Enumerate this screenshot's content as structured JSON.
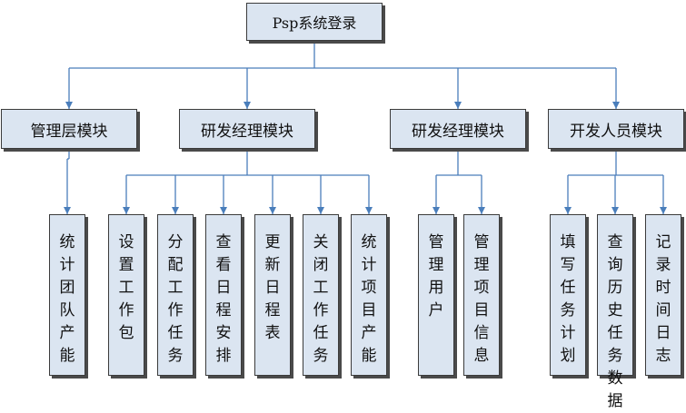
{
  "colors": {
    "box_fill": "#dbe5f1",
    "line": "#4a7ebb",
    "border": "#3b3b3b"
  },
  "root": {
    "label": "Psp系统登录"
  },
  "modules": [
    {
      "label": "管理层模块",
      "children": [
        "统计团队产能"
      ]
    },
    {
      "label": "研发经理模块",
      "children": [
        "设置工作包",
        "分配工作任务",
        "查看日程安排",
        "更新日程表",
        "关闭工作任务",
        "统计项目产能"
      ]
    },
    {
      "label": "研发经理模块",
      "children": [
        "管理用户",
        "管理项目信息"
      ]
    },
    {
      "label": "开发人员模块",
      "children": [
        "填写任务计划",
        "查询历史任务数据",
        "记录时间日志"
      ]
    }
  ]
}
